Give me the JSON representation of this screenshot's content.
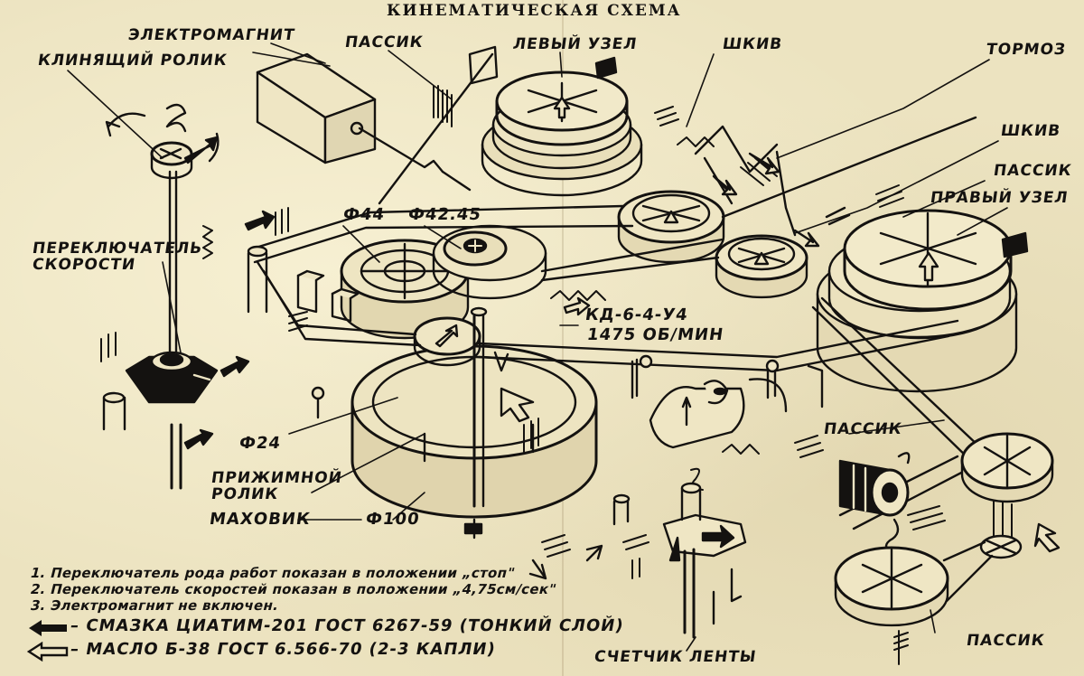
{
  "title": "КИНЕМАТИЧЕСКАЯ СХЕМА",
  "labels": {
    "electromagnet": "ЭЛЕКТРОМАГНИТ",
    "belt_top": "ПАССИК",
    "left_unit": "ЛЕВЫЙ УЗЕЛ",
    "pulley_top": "ШКИВ",
    "brake": "ТОРМОЗ",
    "wedge_roller": "КЛИНЯЩИЙ РОЛИК",
    "pulley_right": "ШКИВ",
    "belt_right": "ПАССИК",
    "right_unit": "ПРАВЫЙ УЗЕЛ",
    "speed_switch_1": "ПЕРЕКЛЮЧАТЕЛЬ",
    "speed_switch_2": "СКОРОСТИ",
    "d44": "Ф44",
    "d4245": "Ф42.45",
    "motor_1": "КД-6-4-У4",
    "motor_2": "1475 ОБ/МИН",
    "d24": "Ф24",
    "pinch_1": "ПРИЖИМНОЙ",
    "pinch_2": "РОЛИК",
    "flywheel": "МАХОВИК",
    "d100": "Ф100",
    "belt_lower": "ПАССИК",
    "belt_bottom": "ПАССИК",
    "tape_counter": "СЧЕТЧИК ЛЕНТЫ"
  },
  "notes": [
    "1. Переключатель рода работ показан в положении „стоп\"",
    "2. Переключатель скоростей показан в положении „4,75см/сек\"",
    "3. Электромагнит не включен."
  ],
  "legend": [
    {
      "icon": "filled-arrow-icon",
      "text": "– СМАЗКА ЦИАТИМ-201 ГОСТ 6267-59 (ТОНКИЙ СЛОЙ)"
    },
    {
      "icon": "outline-arrow-icon",
      "text": "– МАСЛО Б-38 ГОСТ 6.566-70 (2-3 КАПЛИ)"
    }
  ],
  "colors": {
    "ink": "#141210",
    "paper": "#ece3c0"
  }
}
